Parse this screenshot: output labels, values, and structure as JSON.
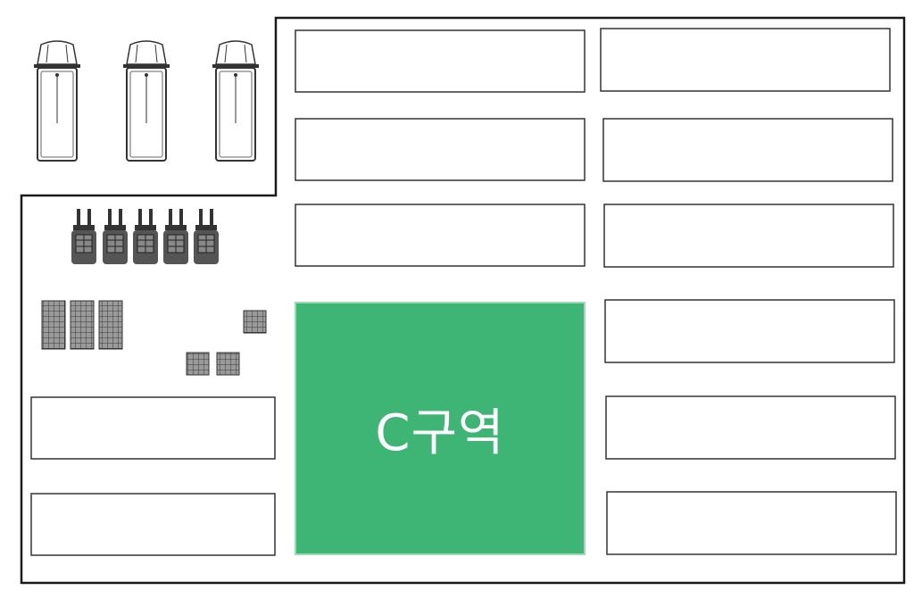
{
  "zones": {
    "highlighted": {
      "label": "C구역",
      "fill_color": "#3fb575"
    }
  },
  "counts": {
    "trucks": 3,
    "forklifts": 5,
    "pallet_stacks": 6
  },
  "colors": {
    "outline": "#1a1a1a",
    "background": "#ffffff",
    "icon": "#333333"
  }
}
